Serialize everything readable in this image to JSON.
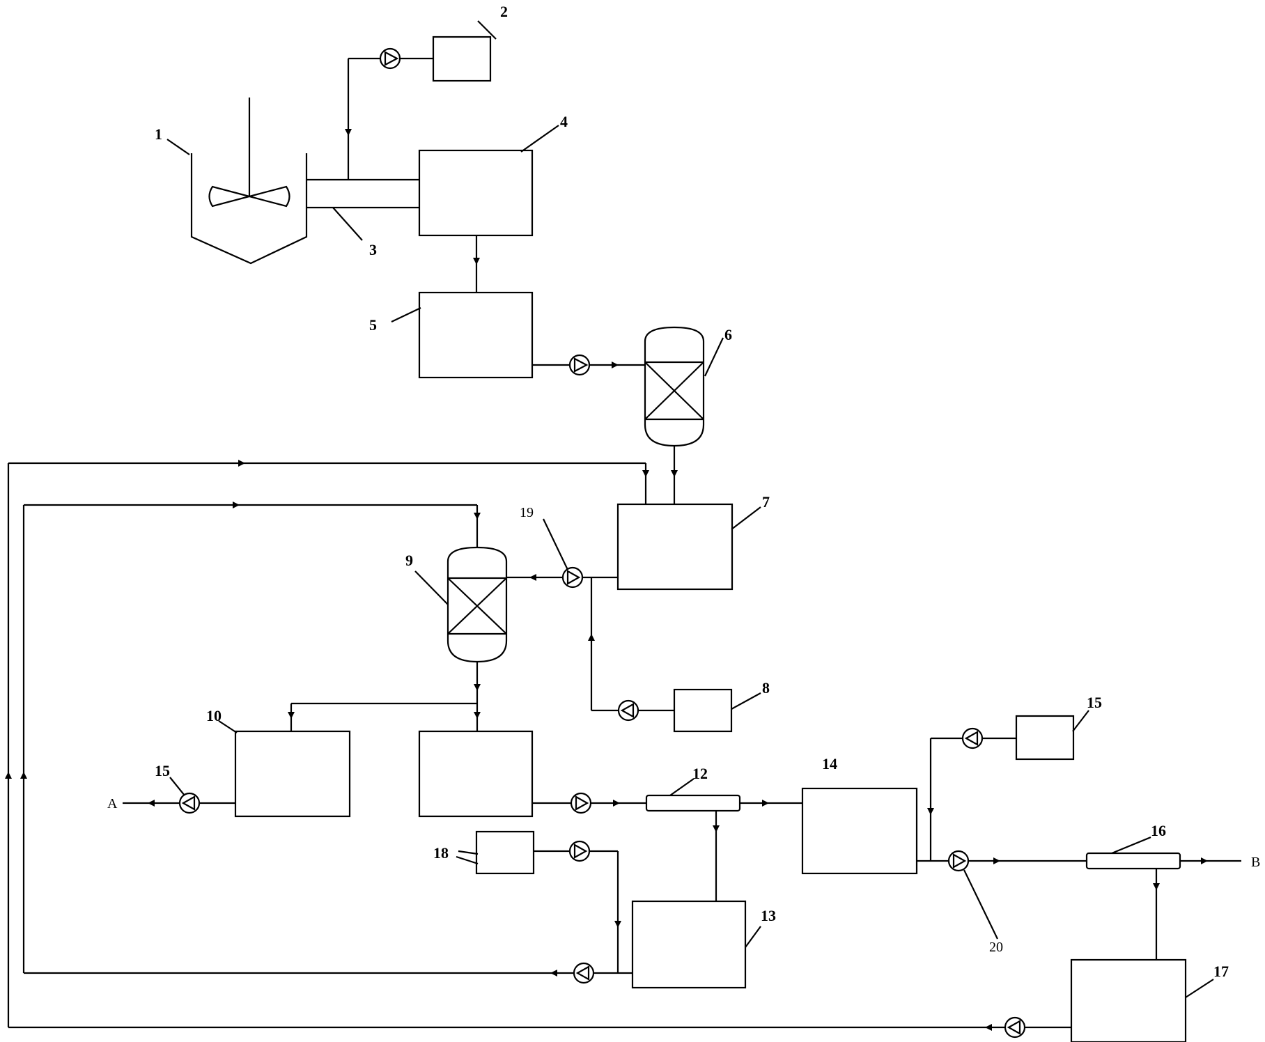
{
  "diagram": {
    "labels": {
      "n1": "1",
      "n2": "2",
      "n3": "3",
      "n4": "4",
      "n5": "5",
      "n6": "6",
      "n7": "7",
      "n8": "8",
      "n9": "9",
      "n10": "10",
      "n12": "12",
      "n13": "13",
      "n14": "14",
      "n15a": "15",
      "n15b": "15",
      "n16": "16",
      "n17": "17",
      "n18": "18",
      "n19": "19",
      "n20": "20"
    },
    "streams": {
      "a": "A",
      "b": "B"
    }
  }
}
